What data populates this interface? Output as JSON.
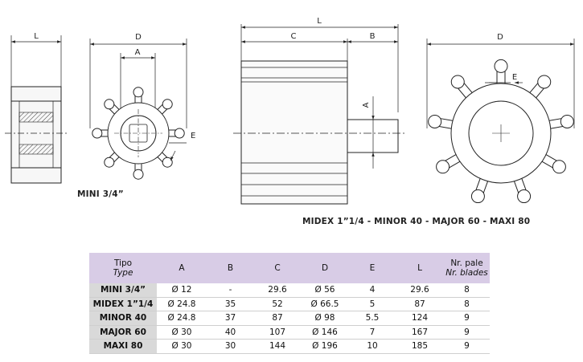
{
  "drawing_labels": {
    "mini_side_l": "L",
    "mini_front_d": "D",
    "mini_front_a": "A",
    "mini_front_e": "E",
    "big_side_l": "L",
    "big_side_c": "C",
    "big_side_b": "B",
    "big_side_a": "A",
    "big_front_d": "D",
    "big_front_e": "E"
  },
  "captions": {
    "mini": "MINI 3/4”",
    "big": "MIDEX 1”1/4 - MINOR 40 - MAJOR 60 - MAXI 80"
  },
  "table": {
    "header": {
      "type_it": "Tipo",
      "type_en": "Type",
      "col_a": "A",
      "col_b": "B",
      "col_c": "C",
      "col_d": "D",
      "col_e": "E",
      "col_l": "L",
      "blades_it": "Nr. pale",
      "blades_en": "Nr. blades"
    },
    "rows": [
      {
        "type": "MINI 3/4”",
        "a": "Ø 12",
        "b": "-",
        "c": "29.6",
        "d": "Ø 56",
        "e": "4",
        "l": "29.6",
        "n": "8"
      },
      {
        "type": "MIDEX 1”1/4",
        "a": "Ø 24.8",
        "b": "35",
        "c": "52",
        "d": "Ø 66.5",
        "e": "5",
        "l": "87",
        "n": "8"
      },
      {
        "type": "MINOR 40",
        "a": "Ø 24.8",
        "b": "37",
        "c": "87",
        "d": "Ø 98",
        "e": "5.5",
        "l": "124",
        "n": "9"
      },
      {
        "type": "MAJOR 60",
        "a": "Ø 30",
        "b": "40",
        "c": "107",
        "d": "Ø 146",
        "e": "7",
        "l": "167",
        "n": "9"
      },
      {
        "type": "MAXI 80",
        "a": "Ø 30",
        "b": "30",
        "c": "144",
        "d": "Ø 196",
        "e": "10",
        "l": "185",
        "n": "9"
      }
    ]
  }
}
